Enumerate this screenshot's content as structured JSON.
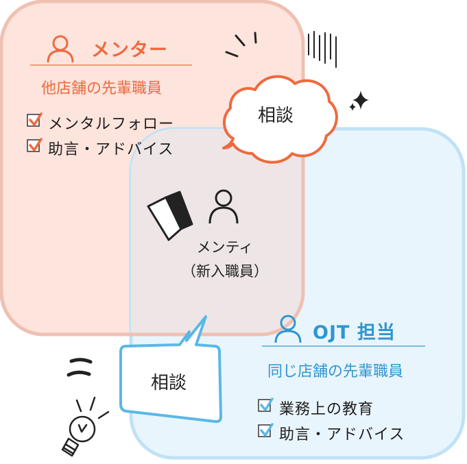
{
  "mentor": {
    "title": "メンター",
    "subtitle": "他店舗の先輩職員",
    "items": [
      "メンタルフォロー",
      "助言・アドバイス"
    ]
  },
  "ojt": {
    "title": "OJT 担当",
    "subtitle": "同じ店舗の先輩職員",
    "items": [
      "業務上の教育",
      "助言・アドバイス"
    ]
  },
  "mentee": {
    "line1": "メンティ",
    "line2": "（新入職員）"
  },
  "bubbles": {
    "top": "相談",
    "bottom": "相談"
  },
  "colors": {
    "mentor_fill": "#fde4dd",
    "mentor_stroke": "#f7c2b0",
    "mentor_accent": "#ee6a3e",
    "ojt_fill": "#e9f5fc",
    "ojt_stroke": "#bfe2f6",
    "ojt_accent": "#2f96cf",
    "overlap_fill": "#eee6e6",
    "bubble_top_stroke": "#ee6a3e",
    "bubble_bottom_stroke": "#5ab8e6"
  },
  "icons": [
    "person-icon",
    "check-icon",
    "beginner-mark-icon",
    "sparkle-icon",
    "light-bulb-icon"
  ]
}
